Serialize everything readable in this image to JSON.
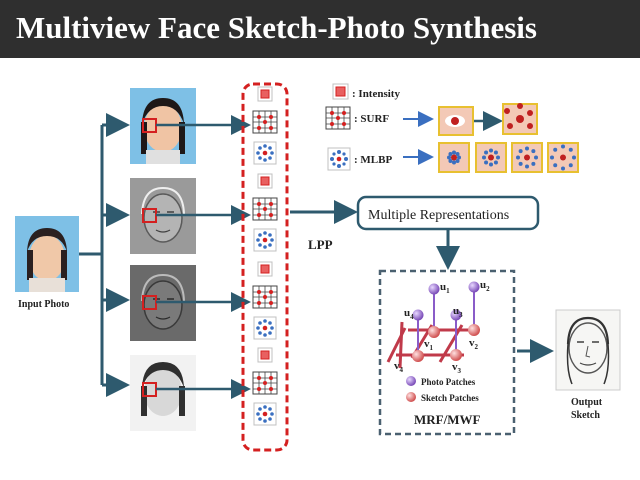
{
  "title": "Multiview Face Sketch-Photo Synthesis",
  "labels": {
    "input_photo": "Input  Photo",
    "lpp": "LPP",
    "multiple_representations": "Multiple Representations",
    "mrf_mwf": "MRF/MWF",
    "output_sketch_line1": "Output",
    "output_sketch_line2": "Sketch"
  },
  "legend": {
    "intensity": ": Intensity",
    "surf": ": SURF",
    "mlbp": ": MLBP"
  },
  "graph": {
    "nodes": [
      {
        "label": "u",
        "sub": "1"
      },
      {
        "label": "u",
        "sub": "2"
      },
      {
        "label": "u",
        "sub": "4"
      },
      {
        "label": "u",
        "sub": "3"
      },
      {
        "label": "v",
        "sub": "1"
      },
      {
        "label": "v",
        "sub": "2"
      },
      {
        "label": "v",
        "sub": "4"
      },
      {
        "label": "v",
        "sub": "3"
      }
    ],
    "legend_photo": "Photo Patches",
    "legend_sketch": "Sketch Patches"
  },
  "colors": {
    "arrow": "#2e5a6e",
    "red_dashed": "#d42020",
    "photo_node": "#8a5cc8",
    "sketch_node": "#e07070",
    "grid_line": "#c03a4a",
    "title_bg": "#2f2f2f"
  }
}
